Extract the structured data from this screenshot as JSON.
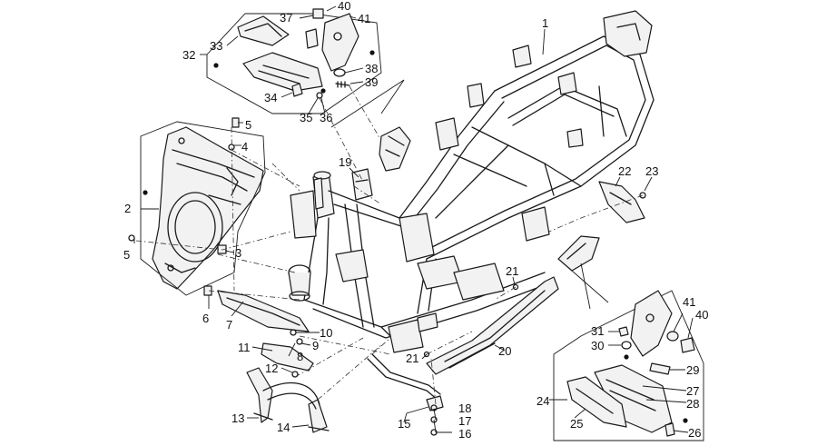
{
  "callouts": {
    "c1": "1",
    "c2": "2",
    "c3": "3",
    "c4": "4",
    "c5a": "5",
    "c5b": "5",
    "c6": "6",
    "c7": "7",
    "c8": "8",
    "c9": "9",
    "c10": "10",
    "c11": "11",
    "c12": "12",
    "c13": "13",
    "c14": "14",
    "c15": "15",
    "c16": "16",
    "c17": "17",
    "c18": "18",
    "c19": "19",
    "c20": "20",
    "c21a": "21",
    "c21b": "21",
    "c22": "22",
    "c23": "23",
    "c24": "24",
    "c25": "25",
    "c26": "26",
    "c27": "27",
    "c28": "28",
    "c29": "29",
    "c30": "30",
    "c31": "31",
    "c32": "32",
    "c33": "33",
    "c34": "34",
    "c35": "35",
    "c36": "36",
    "c37": "37",
    "c38": "38",
    "c39": "39",
    "c40a": "40",
    "c40b": "40",
    "c41a": "41",
    "c41b": "41"
  },
  "colors": {
    "line": "#1a1a1a",
    "background": "#ffffff",
    "shade": "#f2f2f2"
  }
}
